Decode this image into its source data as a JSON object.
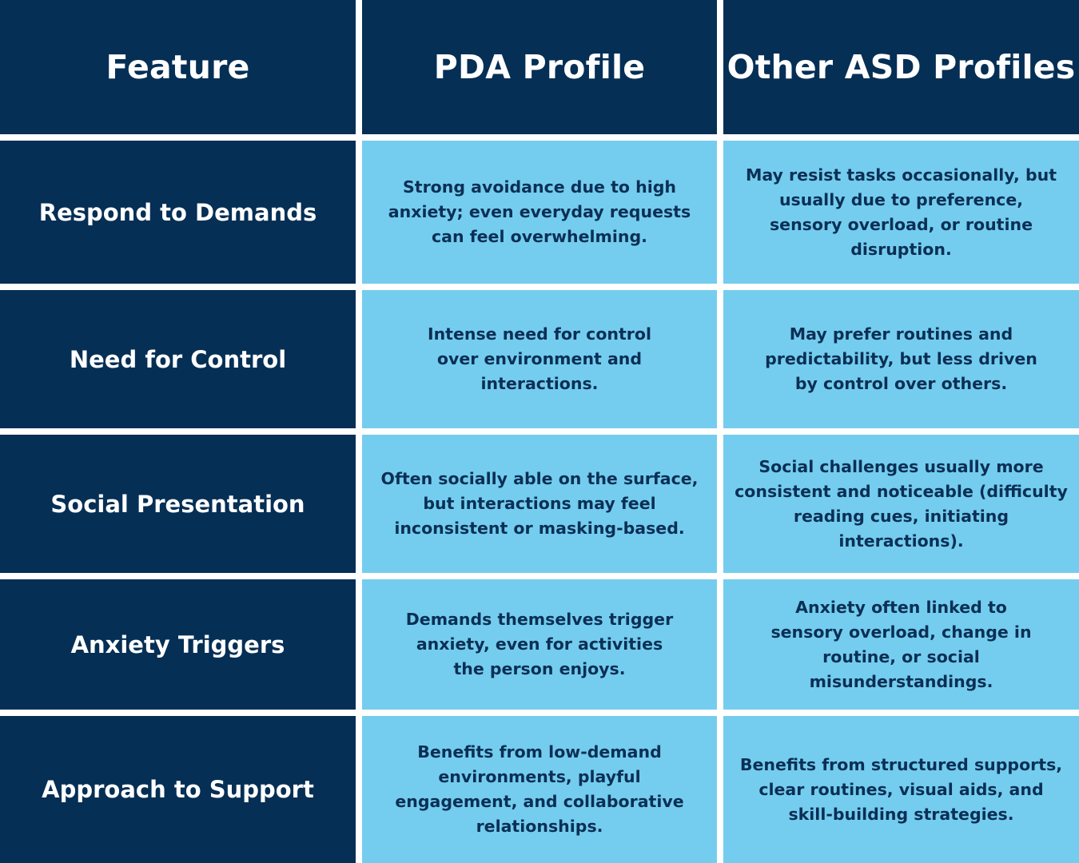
{
  "table": {
    "headers": [
      "Feature",
      "PDA Profile",
      "Other ASD Profiles"
    ],
    "rows": [
      {
        "feature": "Respond to Demands",
        "pda": "Strong avoidance due to high anxiety; even everyday requests can feel overwhelming.",
        "other": "May resist tasks occasionally, but usually due to preference, sensory overload, or routine disruption."
      },
      {
        "feature": "Need for Control",
        "pda": "Intense need for control over environment and interactions.",
        "other": "May prefer routines and predictability, but less driven by control over others."
      },
      {
        "feature": "Social Presentation",
        "pda": "Often socially able on the surface, but interactions may feel inconsistent or masking-based.",
        "other": "Social challenges usually more consistent and noticeable (difficulty reading cues, initiating interactions)."
      },
      {
        "feature": "Anxiety Triggers",
        "pda": "Demands themselves trigger anxiety, even for activities the person enjoys.",
        "other": "Anxiety often linked to sensory overload, change in routine, or social misunderstandings."
      },
      {
        "feature": "Approach to Support",
        "pda": "Benefits from low-demand environments, playful engagement, and collaborative relationships.",
        "other": "Benefits from structured supports, clear routines, visual aids, and skill-building strategies."
      }
    ]
  },
  "colors": {
    "dark_navy": "#052f55",
    "light_blue": "#74cdee",
    "divider": "#ffffff",
    "text_light": "#ffffff",
    "text_dark": "#0b2f55"
  }
}
